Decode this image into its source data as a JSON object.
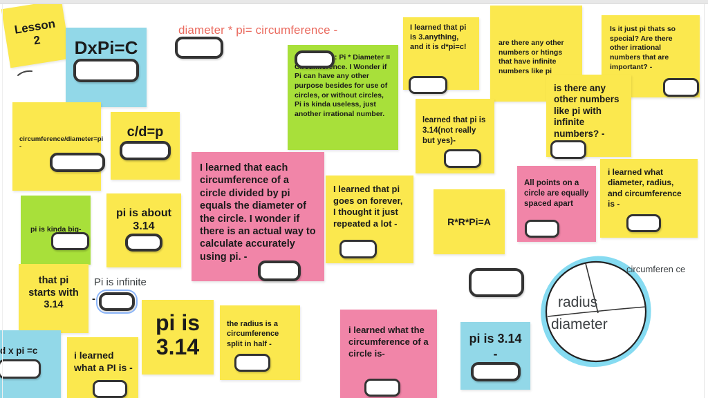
{
  "board": {
    "background_color": "#ffffff",
    "chrome_color": "#e8e8e8"
  },
  "palette": {
    "yellow": "#fbe84e",
    "pink": "#f185a8",
    "cyan": "#92d8e8",
    "green": "#a8e03a",
    "red_text": "#ea6a5e",
    "ink": "#333333",
    "selection": "#8ab4f8"
  },
  "notes": [
    {
      "id": "lesson-2",
      "color": "yellow",
      "text": "Lesson 2"
    },
    {
      "id": "dxpi-c",
      "color": "cyan",
      "text": "DxPi=C"
    },
    {
      "id": "circumference-over-diameter",
      "color": "yellow",
      "text": "circumference/diameter=pi -"
    },
    {
      "id": "c-over-d-equals-p",
      "color": "yellow",
      "text": "c/d=p"
    },
    {
      "id": "pi-star-diameter",
      "color": "green",
      "text": ": Pi * Diameter = Circumference. I Wonder if Pi can have any other purpose besides for use of circles, or without circles, Pi is kinda useless, just another irrational number."
    },
    {
      "id": "i-learned-pi-3-anything",
      "color": "yellow",
      "text": "I learned that pi is 3.anything, and it is d*pi=c!"
    },
    {
      "id": "are-there-any-other-numbers",
      "color": "yellow",
      "text": "are there any other numbers or htings that have infinite numbers like pi"
    },
    {
      "id": "is-it-just-pi-thats-so-special",
      "color": "yellow",
      "text": "Is it just pi thats so special? Are there other irrational numbers that are important? -"
    },
    {
      "id": "is-there-any-other-numbers-infinite",
      "color": "yellow",
      "text": "is there any other numbers like pi with infinite numbers? -"
    },
    {
      "id": "learned-that-pi-is-3-14-not-really",
      "color": "yellow",
      "text": "learned that pi is 3.14(not really but yes)-"
    },
    {
      "id": "i-learned-what-diameter-radius",
      "color": "yellow",
      "text": "i learned what diameter, radius, and circumference is -"
    },
    {
      "id": "each-circumference-divided-by-pi",
      "color": "pink",
      "text": "I learned that each circumference of a circle divided by pi equals the diameter of the circle. I wonder if there is an actual way to calculate accurately using pi. -"
    },
    {
      "id": "pi-goes-on-forever",
      "color": "yellow",
      "text": "I learned that pi goes on forever, I thought it just repeated a lot -"
    },
    {
      "id": "r-times-r-times-pi",
      "color": "yellow",
      "text": "R*R*Pi=A"
    },
    {
      "id": "all-points-equally-spaced",
      "color": "pink",
      "text": "All points on a circle are equally spaced apart"
    },
    {
      "id": "pi-is-kinda-big",
      "color": "green",
      "text": "pi is kinda big-"
    },
    {
      "id": "pi-is-about-3-14",
      "color": "yellow",
      "text": "pi is about 3.14"
    },
    {
      "id": "that-pi-starts-with-3-14",
      "color": "yellow",
      "text": "that pi starts with 3.14"
    },
    {
      "id": "pi-is-3-14-big",
      "color": "yellow",
      "text": "pi is 3.14"
    },
    {
      "id": "the-radius-is-circumference-split",
      "color": "yellow",
      "text": "the radius is a circumference split in half -"
    },
    {
      "id": "i-learned-what-circumference-of-circle",
      "color": "pink",
      "text": "i learned what the circumference of a circle is-"
    },
    {
      "id": "pi-is-3-14-dash",
      "color": "cyan",
      "text": "pi is 3.14 -"
    },
    {
      "id": "d-x-pi-equals-c",
      "color": "cyan",
      "text": "d x pi =c"
    },
    {
      "id": "i-learned-what-a-pi-is",
      "color": "yellow",
      "text": "i learned what a PI is -"
    }
  ],
  "note_text": {
    "lesson_2_line1": "Lesson",
    "lesson_2_line2": "2",
    "dxpi_c": "DxPi=C",
    "circumference_over_diameter": "circumference/diameter=pi -",
    "c_over_d_equals_p": "c/d=p",
    "pi_star_diameter": ": Pi * Diameter = Circumference. I Wonder if Pi can have any other purpose besides for use of circles, or without circles, Pi is kinda useless, just another irrational number.",
    "i_learned_pi_3_anything": "I learned that pi is 3.anything, and it is d*pi=c!",
    "are_there_any_other_numbers": "are there any other numbers or htings that have infinite numbers like pi",
    "is_it_just_pi_thats_so_special": "Is it just pi thats so special? Are there other irrational numbers that are important? -",
    "is_there_any_other_numbers_infinite": "is there any other numbers like pi with infinite numbers? -",
    "learned_that_pi_is_3_14_not_really": "learned that pi is 3.14(not really but yes)-",
    "i_learned_what_diameter_radius": "i learned what diameter, radius, and circumference is -",
    "each_circumference_divided_by_pi": "I learned that each circumference of a circle divided by pi equals the diameter of the circle. I wonder if there is an actual way to calculate accurately using pi. -",
    "pi_goes_on_forever": "I learned that pi goes on forever, I thought it just repeated a lot -",
    "r_times_r_times_pi": "R*R*Pi=A",
    "all_points_equally_spaced": "All points on a circle are equally spaced apart",
    "pi_is_kinda_big": "pi is kinda big-",
    "pi_is_about_3_14_line1": "pi is about",
    "pi_is_about_3_14_line2": "3.14",
    "that_pi_starts_with_3_14": "that pi starts with 3.14",
    "pi_is_3_14_line1": "pi is",
    "pi_is_3_14_line2": "3.14",
    "the_radius_is_circumference_split": "the radius is a circumference split in half -",
    "i_learned_what_circumference_of_circle": "i learned what the circumference of a circle is-",
    "pi_is_3_14_dash_line1": "pi is",
    "pi_is_3_14_dash_line2": "3.14 -",
    "d_x_pi_equals_c": "d x pi =c",
    "i_learned_what_a_pi_is": "i learned what a PI is -"
  },
  "canvas_text": {
    "diameter_pi_circumference": "diameter * pi= circumference -",
    "pi_is_infinite": "Pi is infinite",
    "pi_is_infinite_dash": "-"
  },
  "diagram": {
    "name": "circle-diagram",
    "radius_label": "radius",
    "diameter_label": "diameter",
    "circumference_label": "circumferen ce",
    "highlight_color": "#7fd9f0",
    "outline_color": "#222222"
  }
}
